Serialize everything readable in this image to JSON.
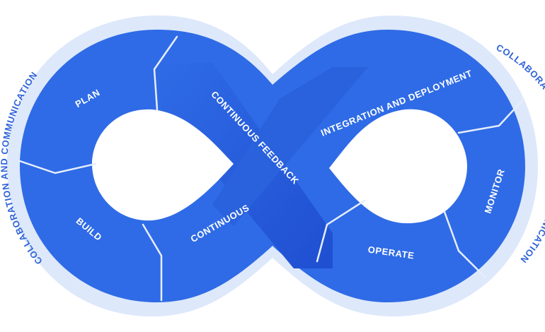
{
  "diagram": {
    "outer_label_left": "COLLABORATION AND COMMUNICATION",
    "outer_label_right_top": "COLLABORATION",
    "outer_label_right_bottom": "NICATION",
    "stages": {
      "plan": "PLAN",
      "build": "BUILD",
      "continuous": "CONTINUOUS",
      "continuous_feedback": "CONTINUOUS FEEDBACK",
      "integration_and_deployment": "INTEGRATION AND DEPLOYMENT",
      "monitor": "MONITOR",
      "operate": "OPERATE"
    },
    "colors": {
      "halo": "#dde8fb",
      "band": "#2f6be6",
      "band_dark": "#1f4fd1",
      "divider": "#e6eefc",
      "text": "#ffffff",
      "outer_text": "#2e63d8"
    }
  }
}
